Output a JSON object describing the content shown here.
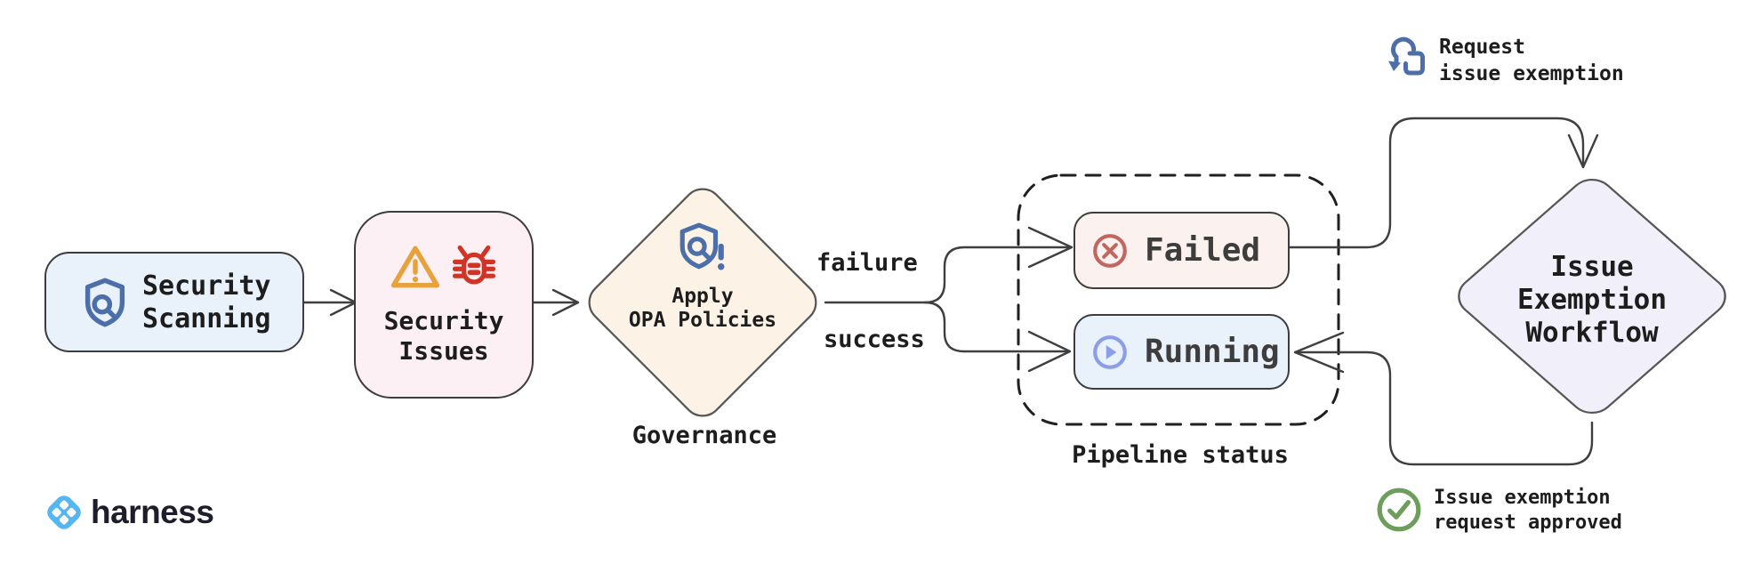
{
  "diagram": {
    "nodes": {
      "security_scanning": {
        "lines": [
          "Security",
          "Scanning"
        ]
      },
      "security_issues": {
        "lines": [
          "Security",
          "Issues"
        ]
      },
      "apply_opa": {
        "lines": [
          "Apply",
          "OPA Policies"
        ],
        "caption": "Governance"
      },
      "failed": {
        "label": "Failed"
      },
      "running": {
        "label": "Running"
      },
      "issue_exemption": {
        "lines": [
          "Issue",
          "Exemption",
          "Workflow"
        ]
      }
    },
    "container": {
      "label": "Pipeline status"
    },
    "edges": {
      "failure_label": "failure",
      "success_label": "success"
    },
    "annotations": {
      "request": {
        "lines": [
          "Request",
          "issue exemption"
        ]
      },
      "approved": {
        "lines": [
          "Issue exemption",
          "request approved"
        ]
      }
    },
    "logo": {
      "text": "harness"
    },
    "icons": {
      "security_scanning": "shield-search-icon",
      "security_issues_warning": "warning-triangle-icon",
      "security_issues_bug": "bug-icon",
      "apply_opa": "shield-alert-icon",
      "failed": "circle-x-icon",
      "running": "circle-play-icon",
      "request_exemption": "tap-gesture-icon",
      "approved": "circle-check-icon",
      "logo": "harness-logo-icon"
    },
    "colors": {
      "node_blue_fill": "#e9f1fb",
      "node_pink_fill": "#fcf0f5",
      "node_red_fill": "#fbf1ee",
      "node_cream_fill": "#fcf3e6",
      "node_lavender_fill": "#f0effa",
      "icon_blue": "#4c6ea9",
      "warning_orange": "#e6a23c",
      "bug_red": "#cf3527",
      "failed_red": "#c2675f",
      "running_blue": "#8b9ee8",
      "approved_green": "#6e9e5b",
      "harness_blue": "#55b6f0",
      "stroke_dark": "#3f3f3f"
    }
  }
}
